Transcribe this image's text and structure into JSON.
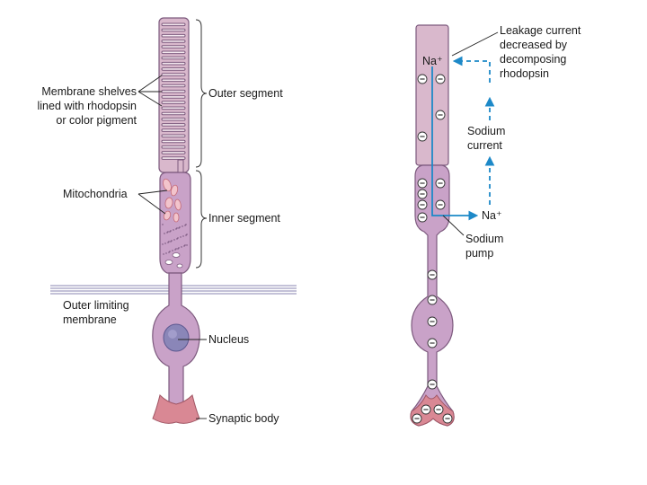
{
  "left_figure": {
    "labels": {
      "membrane_shelves": [
        "Membrane shelves",
        "lined with rhodopsin",
        "or color pigment"
      ],
      "outer_segment": "Outer segment",
      "mitochondria": "Mitochondria",
      "inner_segment": "Inner segment",
      "outer_limiting_membrane": [
        "Outer limiting",
        "membrane"
      ],
      "nucleus": "Nucleus",
      "synaptic_body": "Synaptic body"
    }
  },
  "right_figure": {
    "labels": {
      "na_top": "Na⁺",
      "na_right": "Na⁺",
      "leakage_current": [
        "Leakage current",
        "decreased by",
        "decomposing",
        "rhodopsin"
      ],
      "sodium_current": [
        "Sodium",
        "current"
      ],
      "sodium_pump": [
        "Sodium",
        "pump"
      ]
    },
    "ion_symbol": "⊖"
  },
  "colors": {
    "cell_fill": "#c9a2c8",
    "outer_segment_fill": "#d9b8cc",
    "cell_stroke": "#7d5a7e",
    "synaptic_fill": "#d98894",
    "nucleus_fill": "#8a86b8",
    "arrow_blue": "#1d89c8",
    "membrane_line": "#8a86b0"
  }
}
